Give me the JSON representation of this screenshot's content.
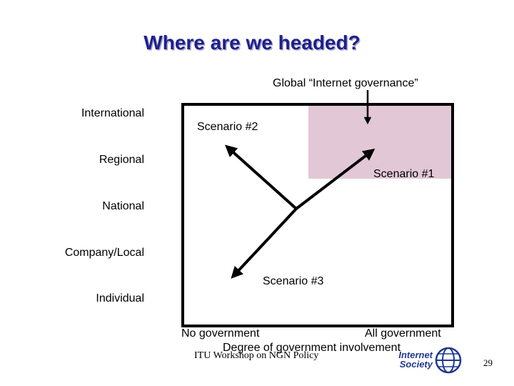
{
  "slide": {
    "title": "Where are we headed?",
    "top_label": "Global “Internet governance”",
    "y_levels": [
      "International",
      "Regional",
      "National",
      "Company/Local",
      "Individual"
    ],
    "x_left_label": "No government",
    "x_right_label": "All government",
    "x_axis_title": "Degree of government involvement",
    "scenarios": {
      "s1": "Scenario #1",
      "s2": "Scenario #2",
      "s3": "Scenario #3"
    },
    "footer": "ITU Workshop on NGN Policy",
    "logo_text": "Internet Society",
    "page_number": "29"
  },
  "colors": {
    "title": "#1f1f8c",
    "highlight_region": "#e2c8d6",
    "logo": "#1f3a8f"
  }
}
